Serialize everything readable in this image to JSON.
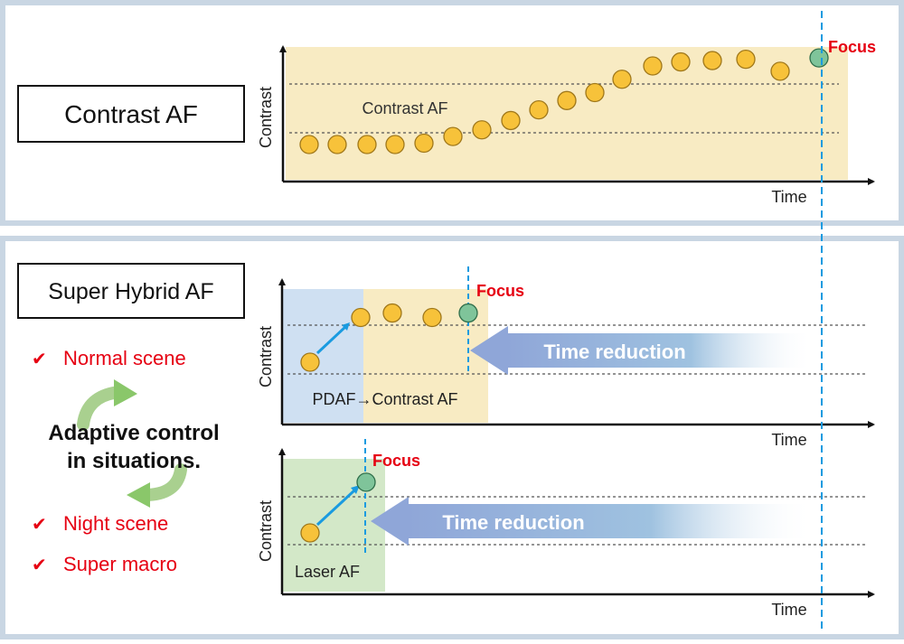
{
  "top": {
    "method_label": "Contrast AF",
    "y_axis_label": "Contrast",
    "x_axis_label": "Time",
    "region_label": "Contrast AF",
    "focus_label": "Focus"
  },
  "bottom": {
    "method_label": "Super Hybrid AF",
    "checklist_top": [
      "Normal scene"
    ],
    "checklist_bottom": [
      "Night scene",
      "Super macro"
    ],
    "adaptive_line1": "Adaptive control",
    "adaptive_line2": "in situations.",
    "chart1": {
      "y_axis_label": "Contrast",
      "x_axis_label": "Time",
      "region_label": "PDAF→Contrast AF",
      "focus_label": "Focus",
      "arrow_label": "Time reduction"
    },
    "chart2": {
      "y_axis_label": "Contrast",
      "x_axis_label": "Time",
      "region_label": "Laser AF",
      "focus_label": "Focus",
      "arrow_label": "Time reduction"
    }
  },
  "colors": {
    "frame": "#c9d6e3",
    "contrast_region": "#f8ebc3",
    "pdaf_region": "#cfe0f2",
    "laser_region": "#d3e8c8",
    "dot_fill": "#f7c23a",
    "dot_stroke": "#a0781a",
    "focus_dot_fill": "#7fc49a",
    "focus_dot_stroke": "#2f6e4a",
    "focus_text": "#e60012",
    "check_text": "#e60012",
    "dashed_focus_line": "#1a9be0",
    "rise_arrow": "#1a9be0",
    "time_reduction_arrow": "#8fa6d8"
  },
  "chart_data": [
    {
      "type": "scatter",
      "title": "Contrast AF",
      "xlabel": "Time",
      "ylabel": "Contrast",
      "series": [
        {
          "name": "Contrast AF",
          "x": [
            1,
            2,
            3,
            4,
            5,
            6,
            7,
            8,
            9,
            10,
            11,
            12,
            13,
            14,
            15,
            16,
            17,
            18
          ],
          "y": [
            1.0,
            1.0,
            1.0,
            1.0,
            1.05,
            1.3,
            1.55,
            1.9,
            2.3,
            2.65,
            2.95,
            3.45,
            3.95,
            4.1,
            4.15,
            4.2,
            3.75,
            4.25
          ]
        }
      ],
      "focus_index": 17
    },
    {
      "type": "scatter",
      "title": "Super Hybrid AF (PDAF→Contrast AF)",
      "xlabel": "Time",
      "ylabel": "Contrast",
      "series": [
        {
          "name": "PDAF→Contrast AF",
          "x": [
            1,
            2,
            3,
            4,
            5
          ],
          "y": [
            1.0,
            2.5,
            2.65,
            2.5,
            2.65
          ]
        }
      ],
      "focus_index": 4
    },
    {
      "type": "scatter",
      "title": "Super Hybrid AF (Laser AF)",
      "xlabel": "Time",
      "ylabel": "Contrast",
      "series": [
        {
          "name": "Laser AF",
          "x": [
            1,
            2
          ],
          "y": [
            1.0,
            2.65
          ]
        }
      ],
      "focus_index": 1
    }
  ]
}
